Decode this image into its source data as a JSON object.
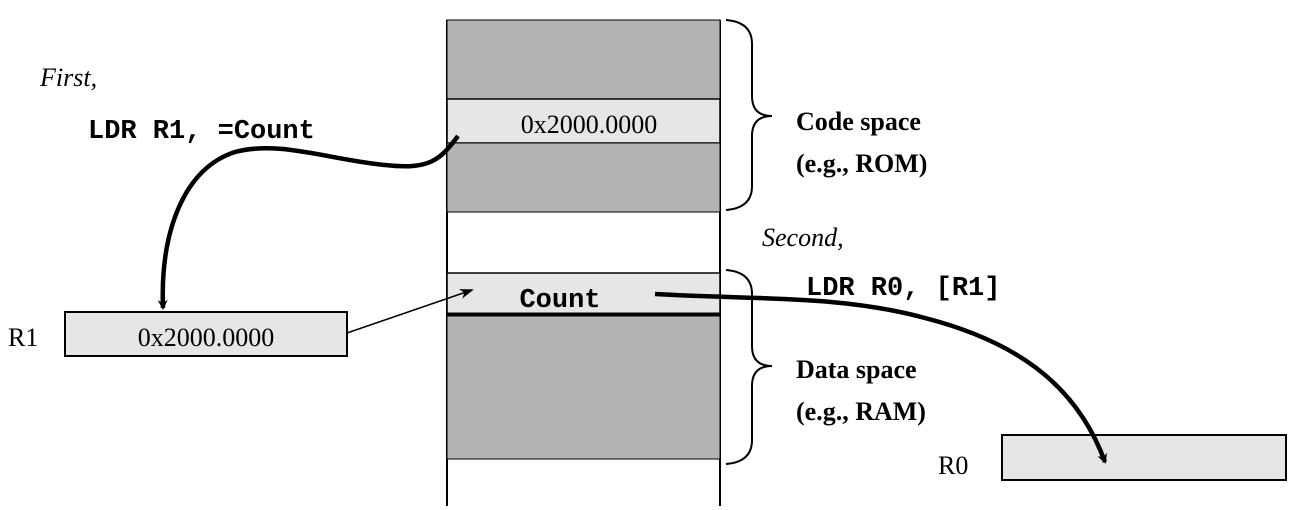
{
  "colors": {
    "background": "#ffffff",
    "code_block": "#b3b3b3",
    "data_block": "#b3b3b3",
    "highlight_cell": "#e6e6e6",
    "stroke": "#000000"
  },
  "first": {
    "step_label": "First,",
    "instruction": "LDR R1, =Count"
  },
  "second": {
    "step_label": "Second,",
    "instruction": "LDR R0, [R1]"
  },
  "memory": {
    "code_cell_value": "0x2000.0000",
    "data_cell_value": "Count"
  },
  "code_space": {
    "label": "Code space",
    "example": "(e.g., ROM)"
  },
  "data_space": {
    "label": "Data space",
    "example": "(e.g., RAM)"
  },
  "registers": {
    "r1": {
      "name": "R1",
      "value": "0x2000.0000"
    },
    "r0": {
      "name": "R0",
      "value": ""
    }
  }
}
